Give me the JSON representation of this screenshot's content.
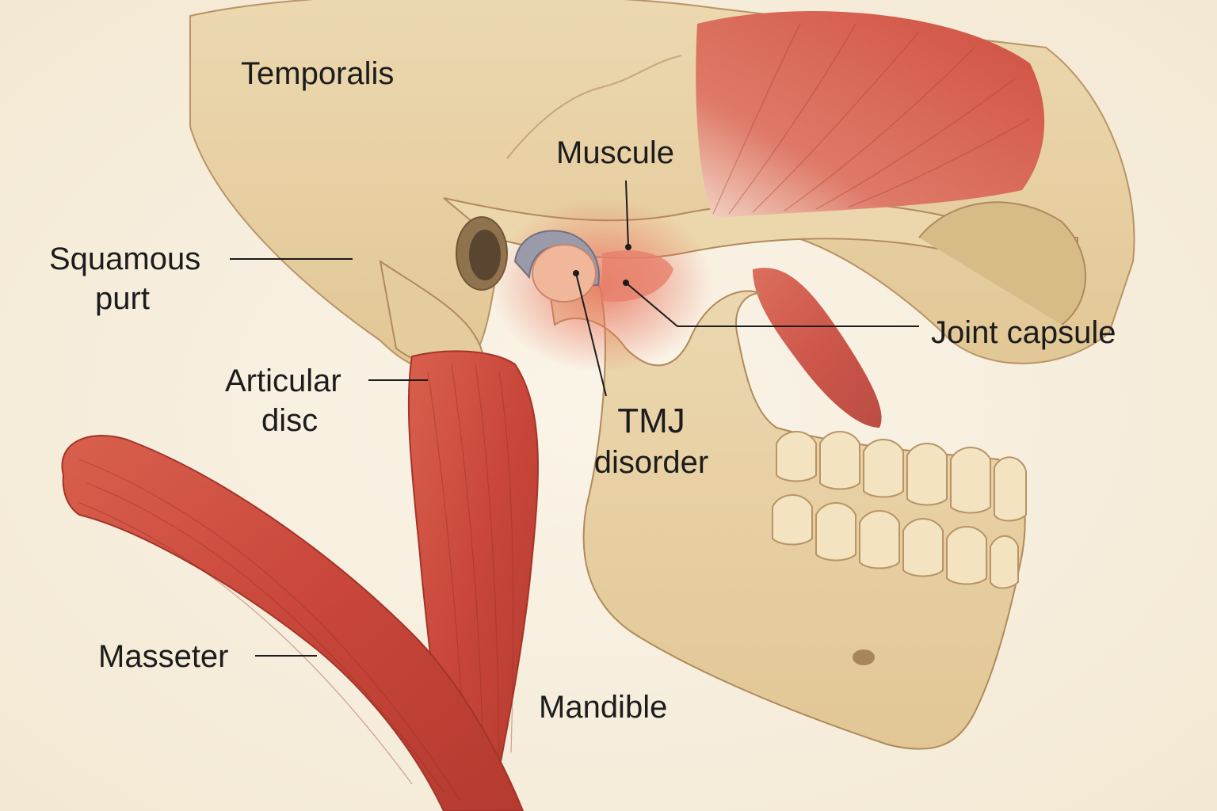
{
  "diagram": {
    "labels": {
      "temporalis": "Temporalis",
      "muscule": "Muscule",
      "squamous_line1": "Squamous",
      "squamous_line2": "purt",
      "joint_capsule": "Joint capsule",
      "articular_line1": "Articular",
      "articular_line2": "disc",
      "tmj_line1": "TMJ",
      "tmj_line2": "disorder",
      "masseter": "Masseter",
      "mandible": "Mandible"
    },
    "colors": {
      "background": "#f8f1e4",
      "bone": "#e9d3a8",
      "muscle": "#c94a3c",
      "inflammation": "#e8705a",
      "disc": "#9a9aaa",
      "leader_line": "#1c1c1c"
    }
  }
}
